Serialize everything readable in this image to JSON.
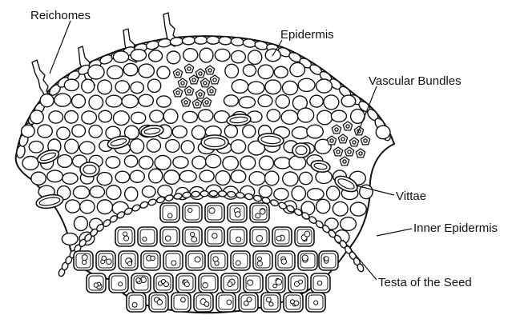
{
  "labels": {
    "reichomes": "Reichomes",
    "epidermis": "Epidermis",
    "vascular_bundles": "Vascular Bundles",
    "vittae": "Vittae",
    "inner_epidermis": "Inner Epidermis",
    "testa": "Testa of the Seed"
  }
}
